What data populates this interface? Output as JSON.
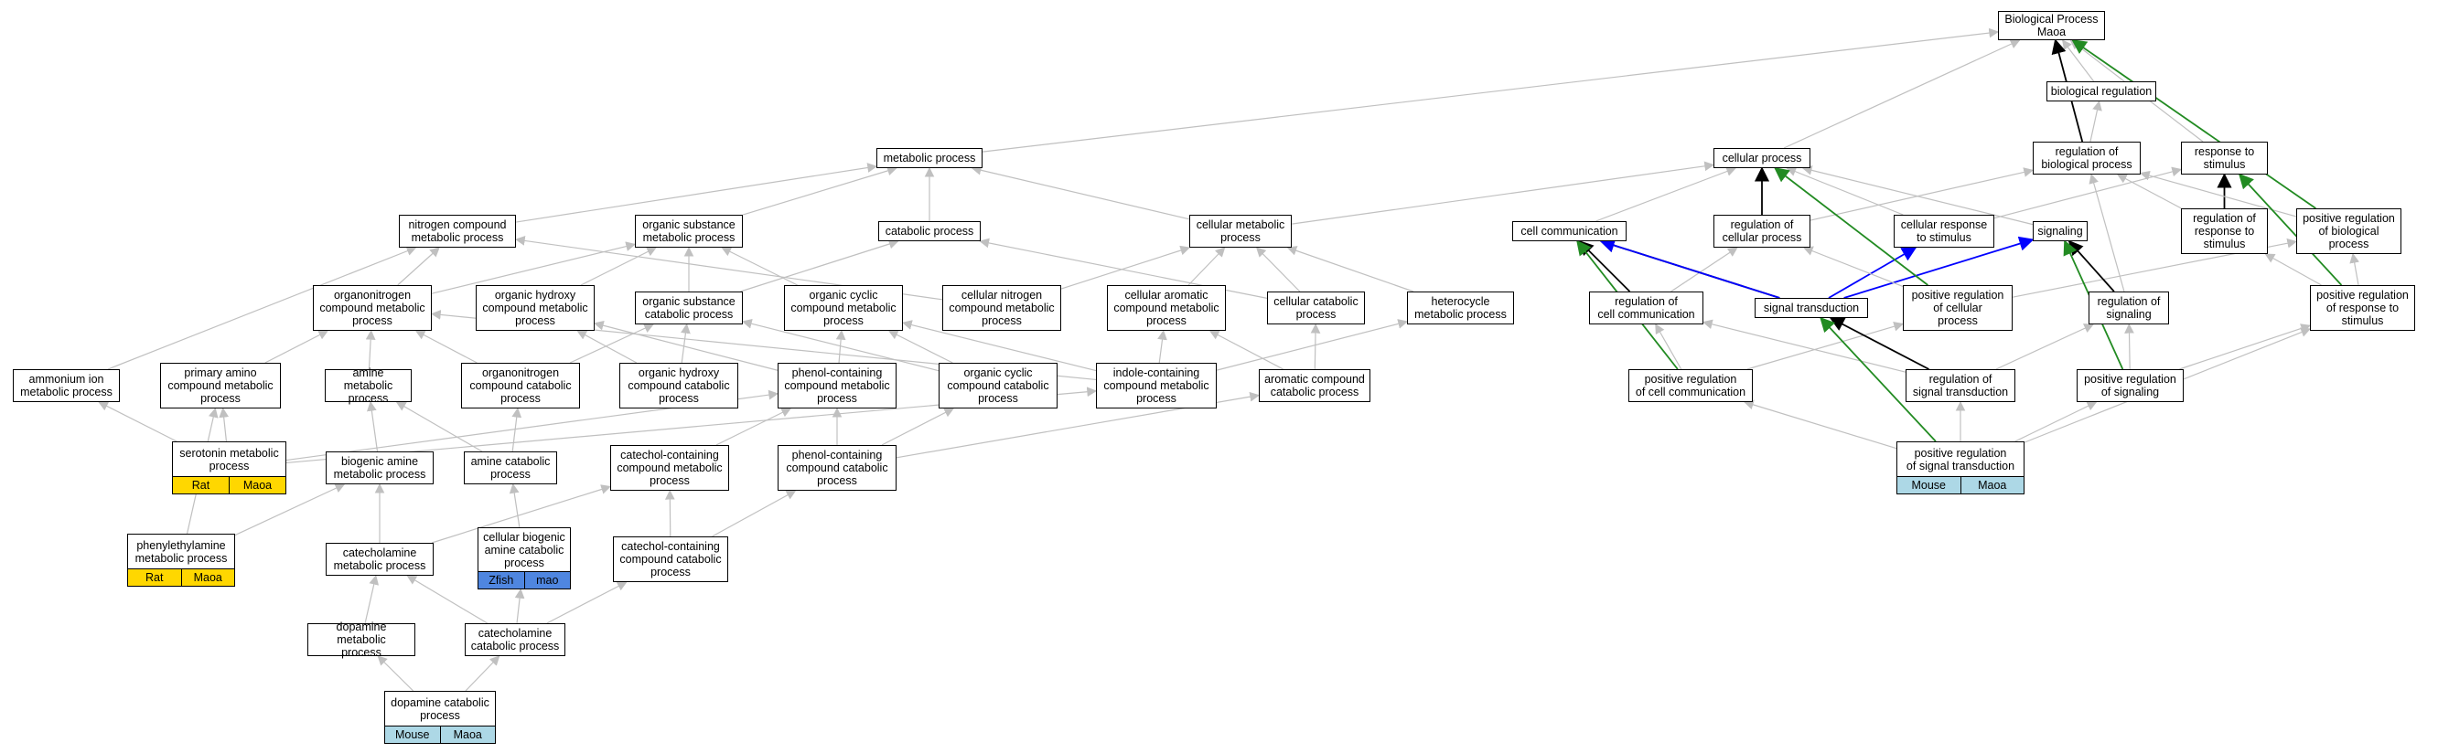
{
  "colors": {
    "edge_default": "#c0c0c0",
    "edge_black": "#000000",
    "edge_green": "#228b22",
    "edge_blue": "#0000ff",
    "anno_rat": "#ffd700",
    "anno_mouse": "#add8e6",
    "anno_zfish": "#4f86e0"
  },
  "nodes": [
    {
      "id": "bp",
      "label": "Biological Process\nMaoa",
      "icon": null
    },
    {
      "id": "breg",
      "label": "biological regulation"
    },
    {
      "id": "metab",
      "label": "metabolic process"
    },
    {
      "id": "cellproc",
      "label": "cellular process"
    },
    {
      "id": "regbio",
      "label": "regulation of\nbiological process"
    },
    {
      "id": "resp",
      "label": "response to\nstimulus"
    },
    {
      "id": "nitro",
      "label": "nitrogen compound\nmetabolic process"
    },
    {
      "id": "orgsub",
      "label": "organic substance\nmetabolic process"
    },
    {
      "id": "catab",
      "label": "catabolic process"
    },
    {
      "id": "cellmet",
      "label": "cellular metabolic\nprocess"
    },
    {
      "id": "cellcomm",
      "label": "cell communication"
    },
    {
      "id": "regcell",
      "label": "regulation of\ncellular process"
    },
    {
      "id": "cellresp",
      "label": "cellular response\nto stimulus"
    },
    {
      "id": "signaling",
      "label": "signaling"
    },
    {
      "id": "regresp",
      "label": "regulation of\nresponse to\nstimulus"
    },
    {
      "id": "posbio",
      "label": "positive regulation\nof biological\nprocess"
    },
    {
      "id": "orgnitro",
      "label": "organonitrogen\ncompound metabolic\nprocess"
    },
    {
      "id": "orghyd",
      "label": "organic hydroxy\ncompound metabolic\nprocess"
    },
    {
      "id": "orgsubcat",
      "label": "organic substance\ncatabolic process"
    },
    {
      "id": "orgcyc",
      "label": "organic cyclic\ncompound metabolic\nprocess"
    },
    {
      "id": "cellnitro",
      "label": "cellular nitrogen\ncompound metabolic\nprocess"
    },
    {
      "id": "cellarom",
      "label": "cellular aromatic\ncompound metabolic\nprocess"
    },
    {
      "id": "cellcat",
      "label": "cellular catabolic\nprocess"
    },
    {
      "id": "hetero",
      "label": "heterocycle\nmetabolic process"
    },
    {
      "id": "regcomm",
      "label": "regulation of\ncell communication"
    },
    {
      "id": "sigtrans",
      "label": "signal transduction"
    },
    {
      "id": "posregcell",
      "label": "positive regulation\nof cellular\nprocess"
    },
    {
      "id": "regsig",
      "label": "regulation of\nsignaling"
    },
    {
      "id": "posresp",
      "label": "positive regulation\nof response to\nstimulus"
    },
    {
      "id": "ammon",
      "label": "ammonium ion\nmetabolic process"
    },
    {
      "id": "primam",
      "label": "primary amino\ncompound metabolic\nprocess"
    },
    {
      "id": "aminemet",
      "label": "amine metabolic\nprocess"
    },
    {
      "id": "orgnitrocat",
      "label": "organonitrogen\ncompound catabolic\nprocess"
    },
    {
      "id": "orghydcat",
      "label": "organic hydroxy\ncompound catabolic\nprocess"
    },
    {
      "id": "phenmet",
      "label": "phenol-containing\ncompound metabolic\nprocess"
    },
    {
      "id": "orgcyccat",
      "label": "organic cyclic\ncompound catabolic\nprocess"
    },
    {
      "id": "indole",
      "label": "indole-containing\ncompound metabolic\nprocess"
    },
    {
      "id": "aromcat",
      "label": "aromatic compound\ncatabolic process"
    },
    {
      "id": "posregcomm",
      "label": "positive regulation\nof cell communication"
    },
    {
      "id": "regsigtrans",
      "label": "regulation of\nsignal transduction"
    },
    {
      "id": "posregsig",
      "label": "positive regulation\nof signaling"
    },
    {
      "id": "serot",
      "label": "serotonin metabolic\nprocess",
      "anno": [
        "Rat",
        "Maoa"
      ],
      "anno_color": "anno_rat"
    },
    {
      "id": "biogen",
      "label": "biogenic amine\nmetabolic process"
    },
    {
      "id": "aminecat",
      "label": "amine catabolic\nprocess"
    },
    {
      "id": "catechmet",
      "label": "catechol-containing\ncompound metabolic\nprocess"
    },
    {
      "id": "phencat",
      "label": "phenol-containing\ncompound catabolic\nprocess"
    },
    {
      "id": "posregsigtrans",
      "label": "positive regulation\nof signal transduction",
      "anno": [
        "Mouse",
        "Maoa"
      ],
      "anno_color": "anno_mouse"
    },
    {
      "id": "phenyl",
      "label": "phenylethylamine\nmetabolic process",
      "anno": [
        "Rat",
        "Maoa"
      ],
      "anno_color": "anno_rat"
    },
    {
      "id": "catecholamine",
      "label": "catecholamine\nmetabolic process"
    },
    {
      "id": "cellbiogen",
      "label": "cellular biogenic\namine catabolic\nprocess",
      "anno": [
        "Zfish",
        "mao"
      ],
      "anno_color": "anno_zfish"
    },
    {
      "id": "catechcat",
      "label": "catechol-containing\ncompound catabolic\nprocess"
    },
    {
      "id": "dopamet",
      "label": "dopamine metabolic\nprocess"
    },
    {
      "id": "catecholcat",
      "label": "catecholamine\ncatabolic process"
    },
    {
      "id": "dopacat",
      "label": "dopamine catabolic\nprocess",
      "anno": [
        "Mouse",
        "Maoa"
      ],
      "anno_color": "anno_mouse"
    }
  ],
  "edges": [
    {
      "from": "breg",
      "to": "bp"
    },
    {
      "from": "metab",
      "to": "bp"
    },
    {
      "from": "cellproc",
      "to": "bp"
    },
    {
      "from": "regbio",
      "to": "bp",
      "color": "black"
    },
    {
      "from": "regbio",
      "to": "breg"
    },
    {
      "from": "resp",
      "to": "bp"
    },
    {
      "from": "posbio",
      "to": "bp",
      "color": "green"
    },
    {
      "from": "nitro",
      "to": "metab"
    },
    {
      "from": "orgsub",
      "to": "metab"
    },
    {
      "from": "catab",
      "to": "metab"
    },
    {
      "from": "cellmet",
      "to": "metab"
    },
    {
      "from": "cellmet",
      "to": "cellproc"
    },
    {
      "from": "cellcomm",
      "to": "cellproc"
    },
    {
      "from": "regcell",
      "to": "cellproc",
      "color": "black"
    },
    {
      "from": "regcell",
      "to": "regbio"
    },
    {
      "from": "cellresp",
      "to": "cellproc"
    },
    {
      "from": "cellresp",
      "to": "resp"
    },
    {
      "from": "signaling",
      "to": "cellproc"
    },
    {
      "from": "regresp",
      "to": "resp",
      "color": "black"
    },
    {
      "from": "regresp",
      "to": "regbio"
    },
    {
      "from": "posbio",
      "to": "regbio"
    },
    {
      "from": "posresp",
      "to": "resp",
      "color": "green"
    },
    {
      "from": "orgnitro",
      "to": "nitro"
    },
    {
      "from": "orgnitro",
      "to": "orgsub"
    },
    {
      "from": "orghyd",
      "to": "orgsub"
    },
    {
      "from": "orgsubcat",
      "to": "orgsub"
    },
    {
      "from": "orgsubcat",
      "to": "catab"
    },
    {
      "from": "orgcyc",
      "to": "orgsub"
    },
    {
      "from": "cellnitro",
      "to": "nitro"
    },
    {
      "from": "cellnitro",
      "to": "cellmet"
    },
    {
      "from": "cellarom",
      "to": "cellmet"
    },
    {
      "from": "cellcat",
      "to": "cellmet"
    },
    {
      "from": "cellcat",
      "to": "catab"
    },
    {
      "from": "hetero",
      "to": "cellmet"
    },
    {
      "from": "regcomm",
      "to": "cellcomm",
      "color": "black"
    },
    {
      "from": "regcomm",
      "to": "regcell"
    },
    {
      "from": "sigtrans",
      "to": "cellcomm",
      "color": "black"
    },
    {
      "from": "sigtrans",
      "to": "signaling",
      "color": "blue"
    },
    {
      "from": "sigtrans",
      "to": "cellresp",
      "color": "blue"
    },
    {
      "from": "sigtrans",
      "to": "cellcomm",
      "color": "blue"
    },
    {
      "from": "posregcell",
      "to": "regcell"
    },
    {
      "from": "posregcell",
      "to": "cellproc",
      "color": "green"
    },
    {
      "from": "posregcell",
      "to": "posbio"
    },
    {
      "from": "regsig",
      "to": "signaling",
      "color": "black"
    },
    {
      "from": "regsig",
      "to": "regbio"
    },
    {
      "from": "posresp",
      "to": "regresp"
    },
    {
      "from": "posresp",
      "to": "posbio"
    },
    {
      "from": "ammon",
      "to": "nitro"
    },
    {
      "from": "primam",
      "to": "orgnitro"
    },
    {
      "from": "aminemet",
      "to": "orgnitro"
    },
    {
      "from": "orgnitrocat",
      "to": "orgnitro"
    },
    {
      "from": "orgnitrocat",
      "to": "orgsubcat"
    },
    {
      "from": "orghydcat",
      "to": "orghyd"
    },
    {
      "from": "orghydcat",
      "to": "orgsubcat"
    },
    {
      "from": "phenmet",
      "to": "orgcyc"
    },
    {
      "from": "phenmet",
      "to": "orghyd"
    },
    {
      "from": "orgcyccat",
      "to": "orgcyc"
    },
    {
      "from": "orgcyccat",
      "to": "orgsubcat"
    },
    {
      "from": "indole",
      "to": "cellarom"
    },
    {
      "from": "indole",
      "to": "orgcyc"
    },
    {
      "from": "indole",
      "to": "orgnitro"
    },
    {
      "from": "indole",
      "to": "hetero"
    },
    {
      "from": "aromcat",
      "to": "cellarom"
    },
    {
      "from": "aromcat",
      "to": "cellcat"
    },
    {
      "from": "posregcomm",
      "to": "regcomm"
    },
    {
      "from": "posregcomm",
      "to": "cellcomm",
      "color": "green"
    },
    {
      "from": "posregcomm",
      "to": "posregcell"
    },
    {
      "from": "regsigtrans",
      "to": "sigtrans",
      "color": "black"
    },
    {
      "from": "regsigtrans",
      "to": "regsig"
    },
    {
      "from": "regsigtrans",
      "to": "regcomm"
    },
    {
      "from": "posregsig",
      "to": "regsig"
    },
    {
      "from": "posregsig",
      "to": "signaling",
      "color": "green"
    },
    {
      "from": "posregsig",
      "to": "posresp"
    },
    {
      "from": "serot",
      "to": "indole"
    },
    {
      "from": "serot",
      "to": "primam"
    },
    {
      "from": "serot",
      "to": "ammon"
    },
    {
      "from": "serot",
      "to": "phenmet"
    },
    {
      "from": "biogen",
      "to": "aminemet"
    },
    {
      "from": "aminecat",
      "to": "aminemet"
    },
    {
      "from": "aminecat",
      "to": "orgnitrocat"
    },
    {
      "from": "catechmet",
      "to": "phenmet"
    },
    {
      "from": "phencat",
      "to": "phenmet"
    },
    {
      "from": "phencat",
      "to": "orgcyccat"
    },
    {
      "from": "phencat",
      "to": "aromcat"
    },
    {
      "from": "posregsigtrans",
      "to": "regsigtrans"
    },
    {
      "from": "posregsigtrans",
      "to": "sigtrans",
      "color": "green"
    },
    {
      "from": "posregsigtrans",
      "to": "posregsig"
    },
    {
      "from": "posregsigtrans",
      "to": "posregcomm"
    },
    {
      "from": "posregsigtrans",
      "to": "posresp"
    },
    {
      "from": "phenyl",
      "to": "primam"
    },
    {
      "from": "phenyl",
      "to": "biogen"
    },
    {
      "from": "catecholamine",
      "to": "biogen"
    },
    {
      "from": "catecholamine",
      "to": "catechmet"
    },
    {
      "from": "cellbiogen",
      "to": "aminecat"
    },
    {
      "from": "catechcat",
      "to": "catechmet"
    },
    {
      "from": "catechcat",
      "to": "phencat"
    },
    {
      "from": "dopamet",
      "to": "catecholamine"
    },
    {
      "from": "catecholcat",
      "to": "catecholamine"
    },
    {
      "from": "catecholcat",
      "to": "cellbiogen"
    },
    {
      "from": "catecholcat",
      "to": "catechcat"
    },
    {
      "from": "dopacat",
      "to": "dopamet"
    },
    {
      "from": "dopacat",
      "to": "catecholcat"
    }
  ]
}
